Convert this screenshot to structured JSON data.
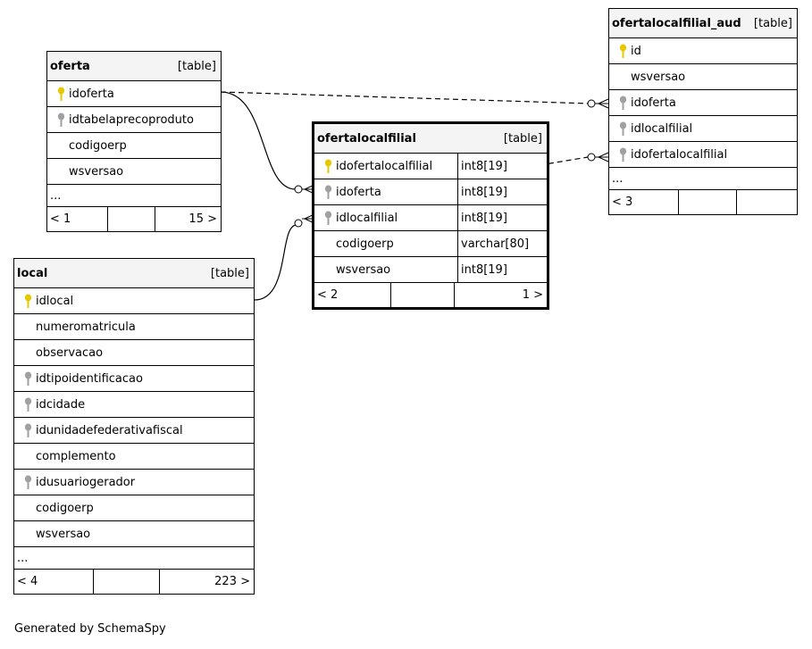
{
  "tables": {
    "oferta": {
      "name": "oferta",
      "type": "[table]",
      "columns": [
        {
          "name": "idoferta",
          "key": "primary"
        },
        {
          "name": "idtabelaprecoproduto",
          "key": "foreign"
        },
        {
          "name": "codigoerp",
          "key": "none"
        },
        {
          "name": "wsversao",
          "key": "none"
        }
      ],
      "more": "...",
      "footer": [
        "< 1",
        "",
        "15 >"
      ]
    },
    "ofertalocalfilial_aud": {
      "name": "ofertalocalfilial_aud",
      "type": "[table]",
      "columns": [
        {
          "name": "id",
          "key": "primary"
        },
        {
          "name": "wsversao",
          "key": "none"
        },
        {
          "name": "idoferta",
          "key": "foreign"
        },
        {
          "name": "idlocalfilial",
          "key": "foreign"
        },
        {
          "name": "idofertalocalfilial",
          "key": "foreign"
        }
      ],
      "more": "...",
      "footer": [
        "< 3",
        "",
        ""
      ]
    },
    "ofertalocalfilial": {
      "name": "ofertalocalfilial",
      "type": "[table]",
      "columns": [
        {
          "name": "idofertalocalfilial",
          "key": "primary",
          "type": "int8[19]"
        },
        {
          "name": "idoferta",
          "key": "foreign",
          "type": "int8[19]"
        },
        {
          "name": "idlocalfilial",
          "key": "foreign",
          "type": "int8[19]"
        },
        {
          "name": "codigoerp",
          "key": "none",
          "type": "varchar[80]"
        },
        {
          "name": "wsversao",
          "key": "none",
          "type": "int8[19]"
        }
      ],
      "footer": [
        "< 2",
        "",
        "1 >"
      ]
    },
    "local": {
      "name": "local",
      "type": "[table]",
      "columns": [
        {
          "name": "idlocal",
          "key": "primary"
        },
        {
          "name": "numeromatricula",
          "key": "none"
        },
        {
          "name": "observacao",
          "key": "none"
        },
        {
          "name": "idtipoidentificacao",
          "key": "foreign"
        },
        {
          "name": "idcidade",
          "key": "foreign"
        },
        {
          "name": "idunidadefederativafiscal",
          "key": "foreign"
        },
        {
          "name": "complemento",
          "key": "none"
        },
        {
          "name": "idusuariogerador",
          "key": "foreign"
        },
        {
          "name": "codigoerp",
          "key": "none"
        },
        {
          "name": "wsversao",
          "key": "none"
        }
      ],
      "more": "...",
      "footer": [
        "< 4",
        "",
        "223 >"
      ]
    }
  },
  "colors": {
    "primary_key": "#e6c800",
    "foreign_key": "#a0a0a0",
    "header_bg": "#f4f4f4"
  },
  "credit": "Generated by SchemaSpy"
}
